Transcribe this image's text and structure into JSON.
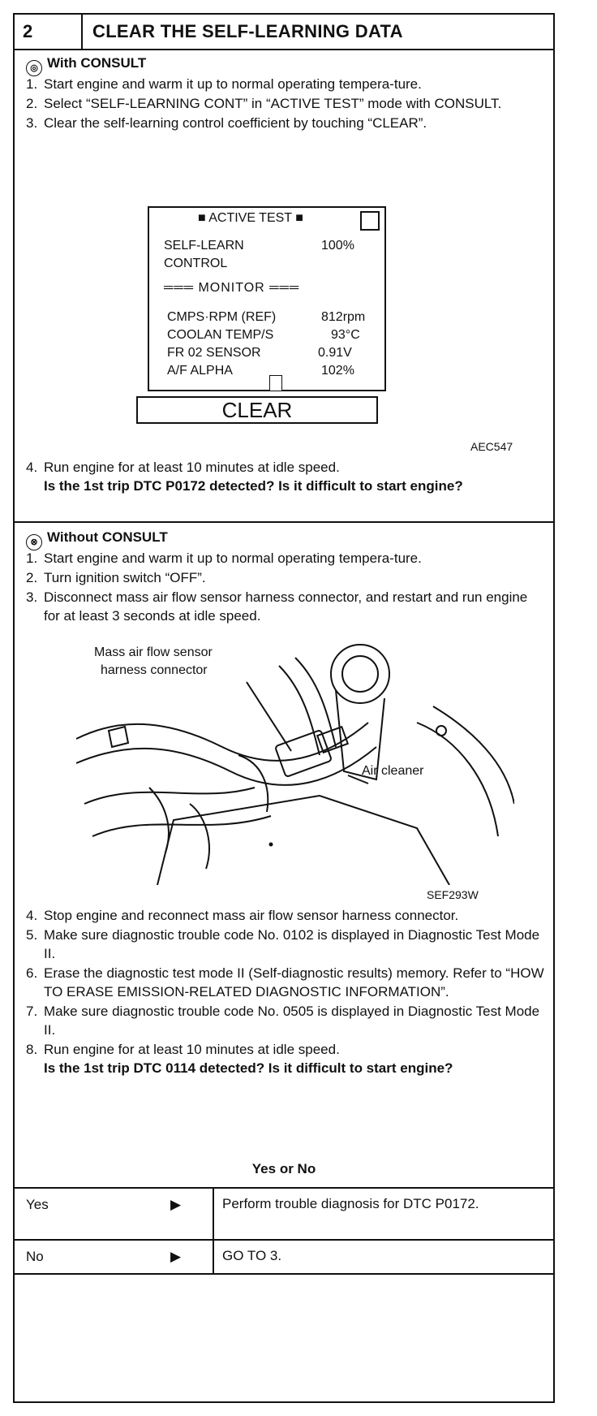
{
  "header": {
    "step": "2",
    "title": "CLEAR THE SELF-LEARNING DATA"
  },
  "with_consult": {
    "title": "With CONSULT",
    "steps": [
      {
        "n": "1.",
        "text": "Start engine and warm it up to normal operating tempera-ture."
      },
      {
        "n": "2.",
        "text": "Select “SELF-LEARNING CONT” in “ACTIVE TEST” mode with CONSULT."
      },
      {
        "n": "3.",
        "text": "Clear the self-learning control coefficient by touching “CLEAR”."
      },
      {
        "n": "4.",
        "text": "Run engine for at least 10 minutes at idle speed."
      }
    ],
    "question": "Is the 1st trip DTC P0172 detected? Is it difficult to start engine?",
    "figure_code": "AEC547",
    "screen": {
      "title": "ACTIVE TEST",
      "self_learn_label_1": "SELF-LEARN",
      "self_learn_label_2": "CONTROL",
      "self_learn_value": "100%",
      "monitor": "MONITOR",
      "rows": [
        {
          "label": "CMPS·RPM (REF)",
          "value": "812rpm"
        },
        {
          "label": "COOLAN TEMP/S",
          "value": "93°C"
        },
        {
          "label": "FR 02 SENSOR",
          "value": "0.91V"
        },
        {
          "label": "A/F ALPHA",
          "value": "102%"
        }
      ],
      "clear": "CLEAR"
    }
  },
  "without_consult": {
    "title": "Without CONSULT",
    "steps_a": [
      {
        "n": "1.",
        "text": "Start engine and warm it up to normal operating tempera-ture."
      },
      {
        "n": "2.",
        "text": "Turn ignition switch “OFF”."
      },
      {
        "n": "3.",
        "text": "Disconnect mass air flow sensor harness connector, and restart and run engine for at least 3 seconds at idle speed."
      }
    ],
    "figure": {
      "label_maf_1": "Mass air flow sensor",
      "label_maf_2": "harness connector",
      "label_air": "Air cleaner",
      "code": "SEF293W"
    },
    "steps_b": [
      {
        "n": "4.",
        "text": "Stop engine and reconnect mass air flow sensor harness connector."
      },
      {
        "n": "5.",
        "text": "Make sure diagnostic trouble code No. 0102 is displayed in Diagnostic Test Mode II."
      },
      {
        "n": "6.",
        "text": "Erase the diagnostic test mode II (Self-diagnostic results) memory. Refer to “HOW TO ERASE EMISSION-RELATED DIAGNOSTIC INFORMATION”."
      },
      {
        "n": "7.",
        "text": "Make sure diagnostic trouble code No. 0505 is displayed in Diagnostic Test Mode II."
      },
      {
        "n": "8.",
        "text": "Run engine for at least 10 minutes at idle speed."
      }
    ],
    "question": "Is the 1st trip DTC 0114 detected? Is it difficult to start engine?"
  },
  "result": {
    "heading": "Yes or No",
    "rows": [
      {
        "answer": "Yes",
        "action": "Perform trouble diagnosis for DTC P0172."
      },
      {
        "answer": "No",
        "action": "GO TO 3."
      }
    ]
  }
}
